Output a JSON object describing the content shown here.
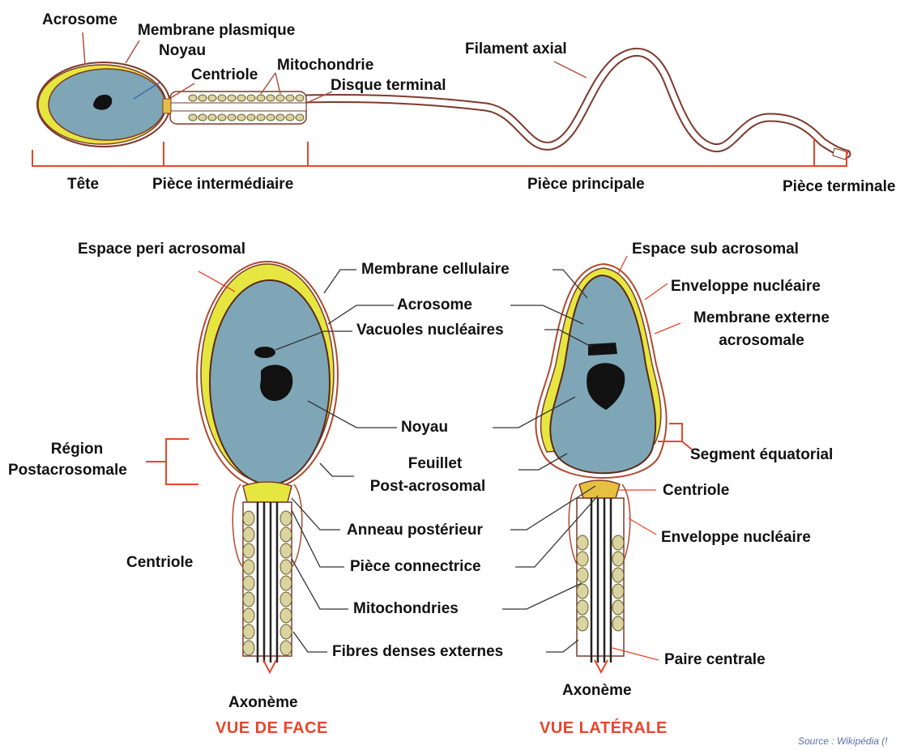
{
  "colors": {
    "cytoplasm": "#7fa6b6",
    "acrosome_yellow": "#e6e640",
    "membrane_outline": "#8a3a28",
    "region_bracket": "#e8462b",
    "mitochondria": "#d9d4a0",
    "ink": "#111111"
  },
  "top": {
    "acrosome": "Acrosome",
    "membrane_plasmique": "Membrane plasmique",
    "noyau": "Noyau",
    "centriole": "Centriole",
    "mitochondrie": "Mitochondrie",
    "disque_terminal": "Disque terminal",
    "filament_axial": "Filament axial",
    "tete": "Tête",
    "piece_intermediaire": "Pièce intermédiaire",
    "piece_principale": "Pièce principale",
    "piece_terminale": "Pièce terminale"
  },
  "bottom": {
    "espace_peri": "Espace peri acrosomal",
    "membrane_cellulaire": "Membrane cellulaire",
    "acrosome": "Acrosome",
    "vacuoles": "Vacuoles nucléaires",
    "noyau": "Noyau",
    "feuillet_line1": "Feuillet",
    "feuillet_line2": "Post-acrosomal",
    "anneau": "Anneau postérieur",
    "piece_connectrice": "Pièce connectrice",
    "mitochondries": "Mitochondries",
    "fibres": "Fibres denses externes",
    "region_line1": "Région",
    "region_line2": "Postacrosomale",
    "centriole_left": "Centriole",
    "espace_sub": "Espace sub acrosomal",
    "enveloppe_top": "Enveloppe nucléaire",
    "membrane_externe_line1": "Membrane externe",
    "membrane_externe_line2": "acrosomale",
    "segment_equatorial": "Segment équatorial",
    "centriole_right": "Centriole",
    "enveloppe_bottom": "Enveloppe nucléaire",
    "paire_centrale": "Paire centrale",
    "axoneme_left": "Axonème",
    "axoneme_right": "Axonème",
    "vue_face": "VUE DE FACE",
    "vue_laterale": "VUE LATÉRALE",
    "source": "Source : Wikipédia (!"
  }
}
